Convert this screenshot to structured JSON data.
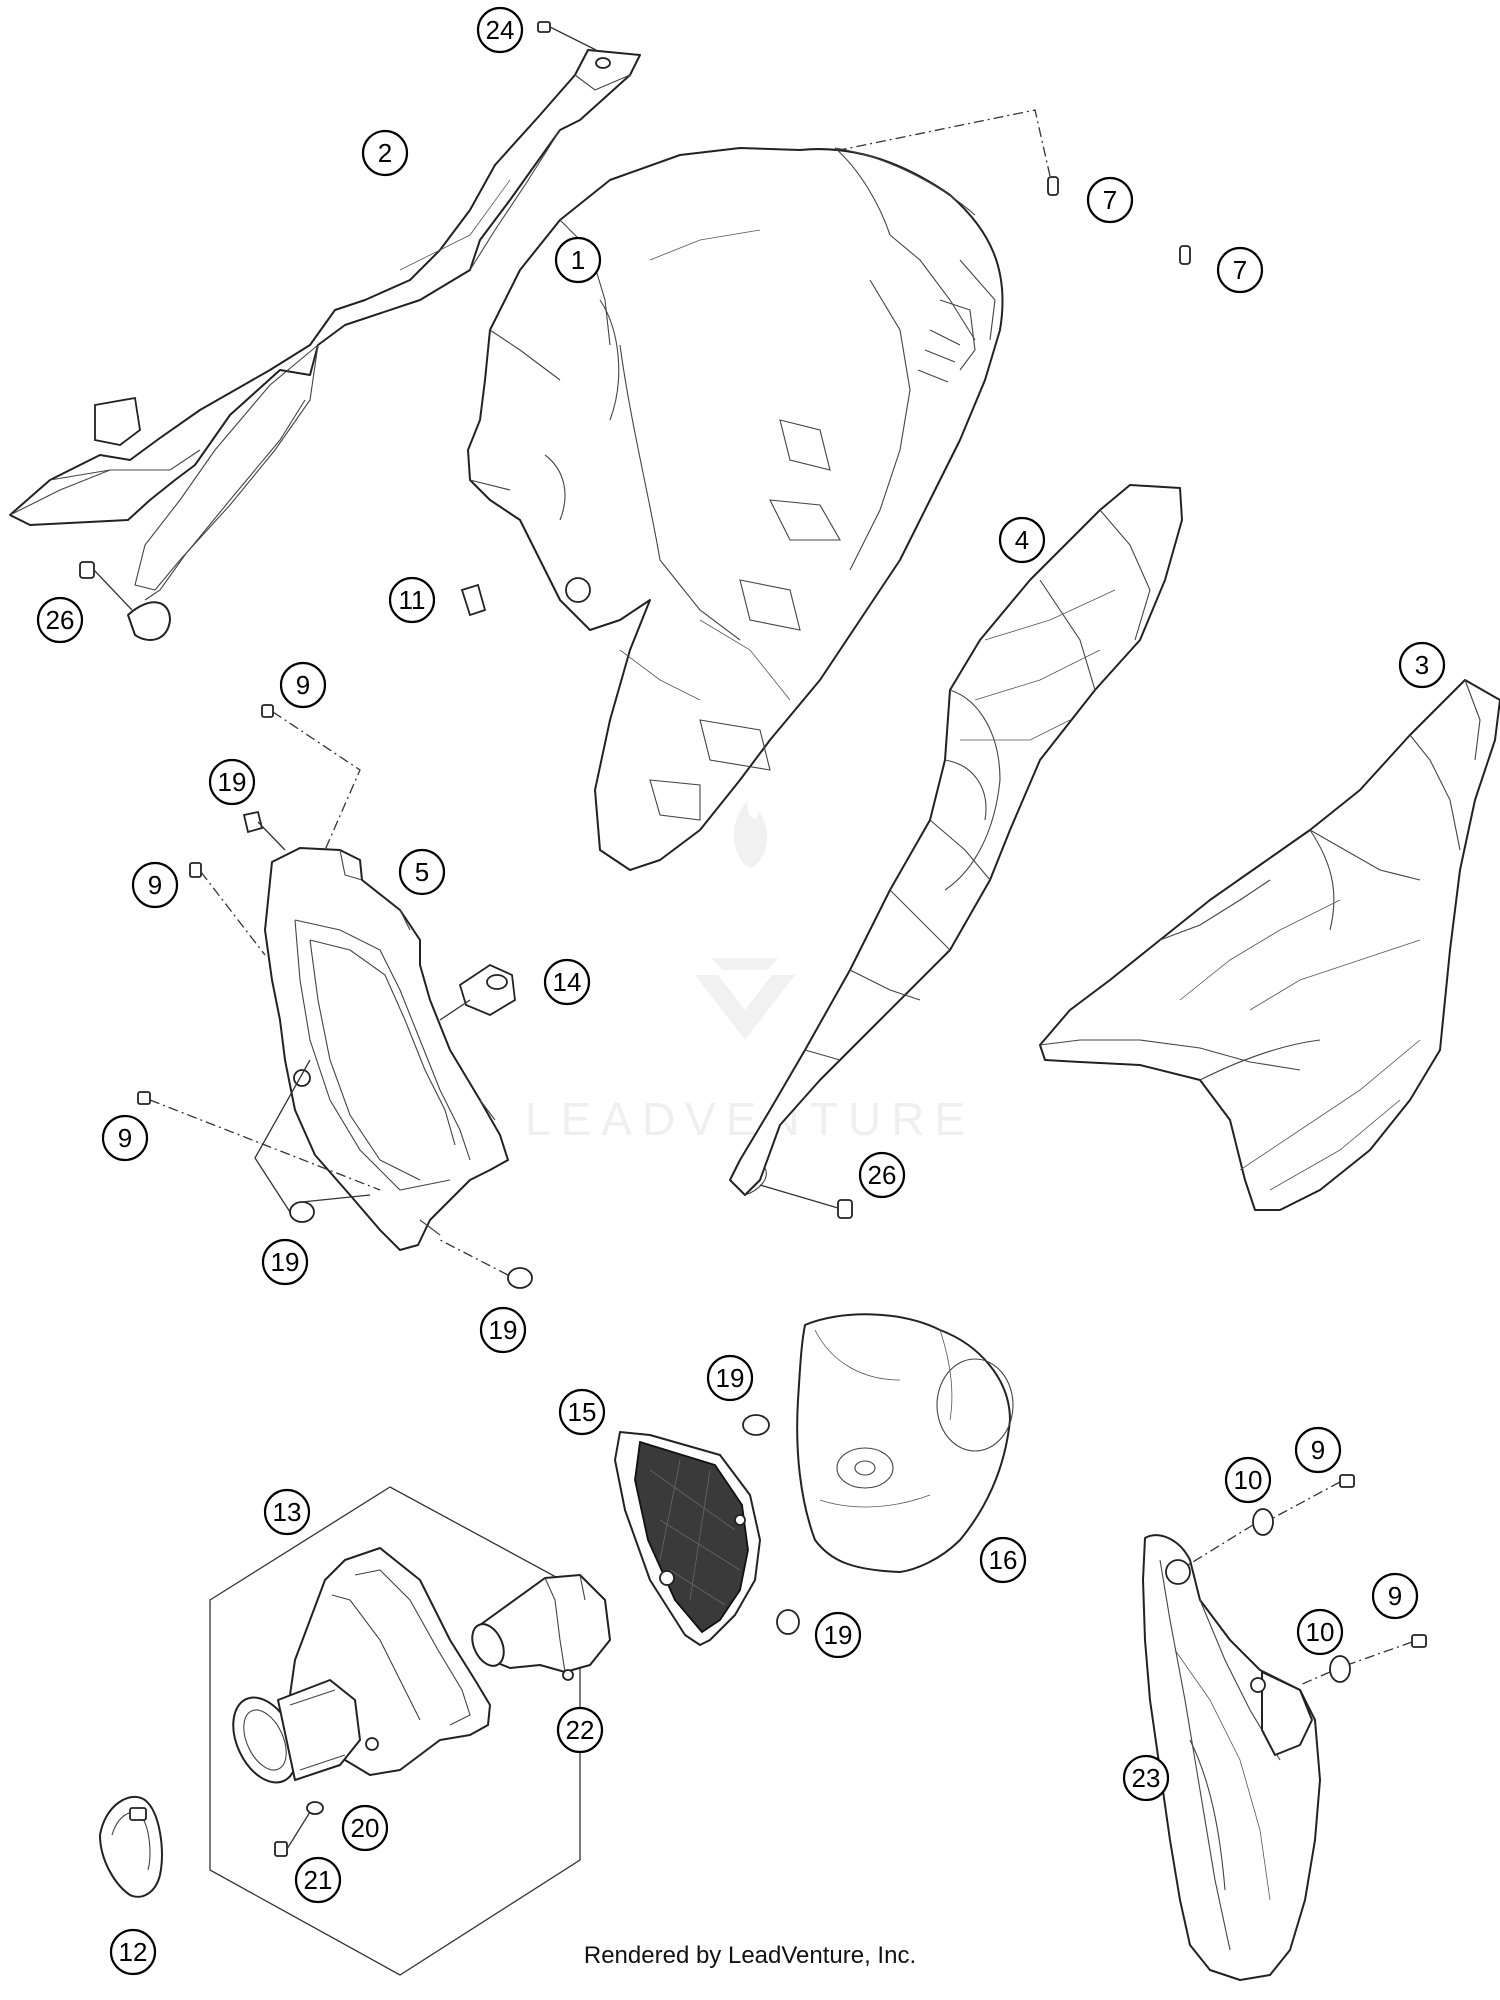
{
  "callouts": {
    "c24": "24",
    "c2": "2",
    "c1": "1",
    "c7a": "7",
    "c7b": "7",
    "c4": "4",
    "c3": "3",
    "c26a": "26",
    "c11": "11",
    "c9a": "9",
    "c19a": "19",
    "c5": "5",
    "c9b": "9",
    "c14": "14",
    "c9c": "9",
    "c19b": "19",
    "c19c": "19",
    "c26b": "26",
    "c19d": "19",
    "c15": "15",
    "c16": "16",
    "c19e": "19",
    "c13": "13",
    "c22": "22",
    "c10a": "10",
    "c9d": "9",
    "c10b": "10",
    "c9e": "9",
    "c23": "23",
    "c20": "20",
    "c21": "21",
    "c12": "12"
  },
  "watermark": {
    "brand": "LEADVENTURE"
  },
  "footer": {
    "credit": "Rendered by LeadVenture, Inc."
  }
}
